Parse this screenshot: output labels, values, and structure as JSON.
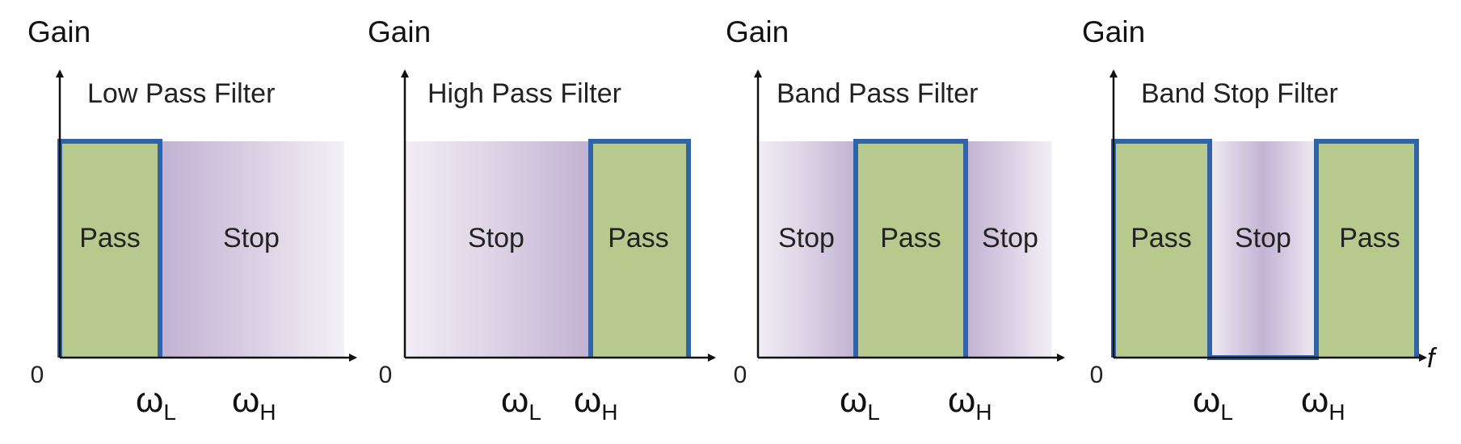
{
  "colors": {
    "pass_fill": "#b8c98d",
    "pass_border": "#2f64aa",
    "stop_dark": "#c4b5d4",
    "stop_light": "#f3f0f6",
    "axis": "#111111",
    "text": "#222222"
  },
  "panels": [
    {
      "title": "Low Pass Filter",
      "y_axis_label": "Gain",
      "origin_label": "0",
      "cutoffs": [
        {
          "main": "ω",
          "sub": "L"
        },
        {
          "main": "ω",
          "sub": "H"
        }
      ],
      "x_axis_label": "",
      "bands": [
        {
          "label": "Pass",
          "kind": "pass"
        },
        {
          "label": "Stop",
          "kind": "stop"
        }
      ]
    },
    {
      "title": "High Pass Filter",
      "y_axis_label": "Gain",
      "origin_label": "0",
      "cutoffs": [
        {
          "main": "ω",
          "sub": "L"
        },
        {
          "main": "ω",
          "sub": "H"
        }
      ],
      "x_axis_label": "",
      "bands": [
        {
          "label": "Stop",
          "kind": "stop"
        },
        {
          "label": "Pass",
          "kind": "pass"
        }
      ]
    },
    {
      "title": "Band Pass Filter",
      "y_axis_label": "Gain",
      "origin_label": "0",
      "cutoffs": [
        {
          "main": "ω",
          "sub": "L"
        },
        {
          "main": "ω",
          "sub": "H"
        }
      ],
      "x_axis_label": "",
      "bands": [
        {
          "label": "Stop",
          "kind": "stop"
        },
        {
          "label": "Pass",
          "kind": "pass"
        },
        {
          "label": "Stop",
          "kind": "stop"
        }
      ]
    },
    {
      "title": "Band Stop Filter",
      "y_axis_label": "Gain",
      "origin_label": "0",
      "cutoffs": [
        {
          "main": "ω",
          "sub": "L"
        },
        {
          "main": "ω",
          "sub": "H"
        }
      ],
      "x_axis_label": "f",
      "bands": [
        {
          "label": "Pass",
          "kind": "pass"
        },
        {
          "label": "Stop",
          "kind": "stop"
        },
        {
          "label": "Pass",
          "kind": "pass"
        }
      ]
    }
  ]
}
